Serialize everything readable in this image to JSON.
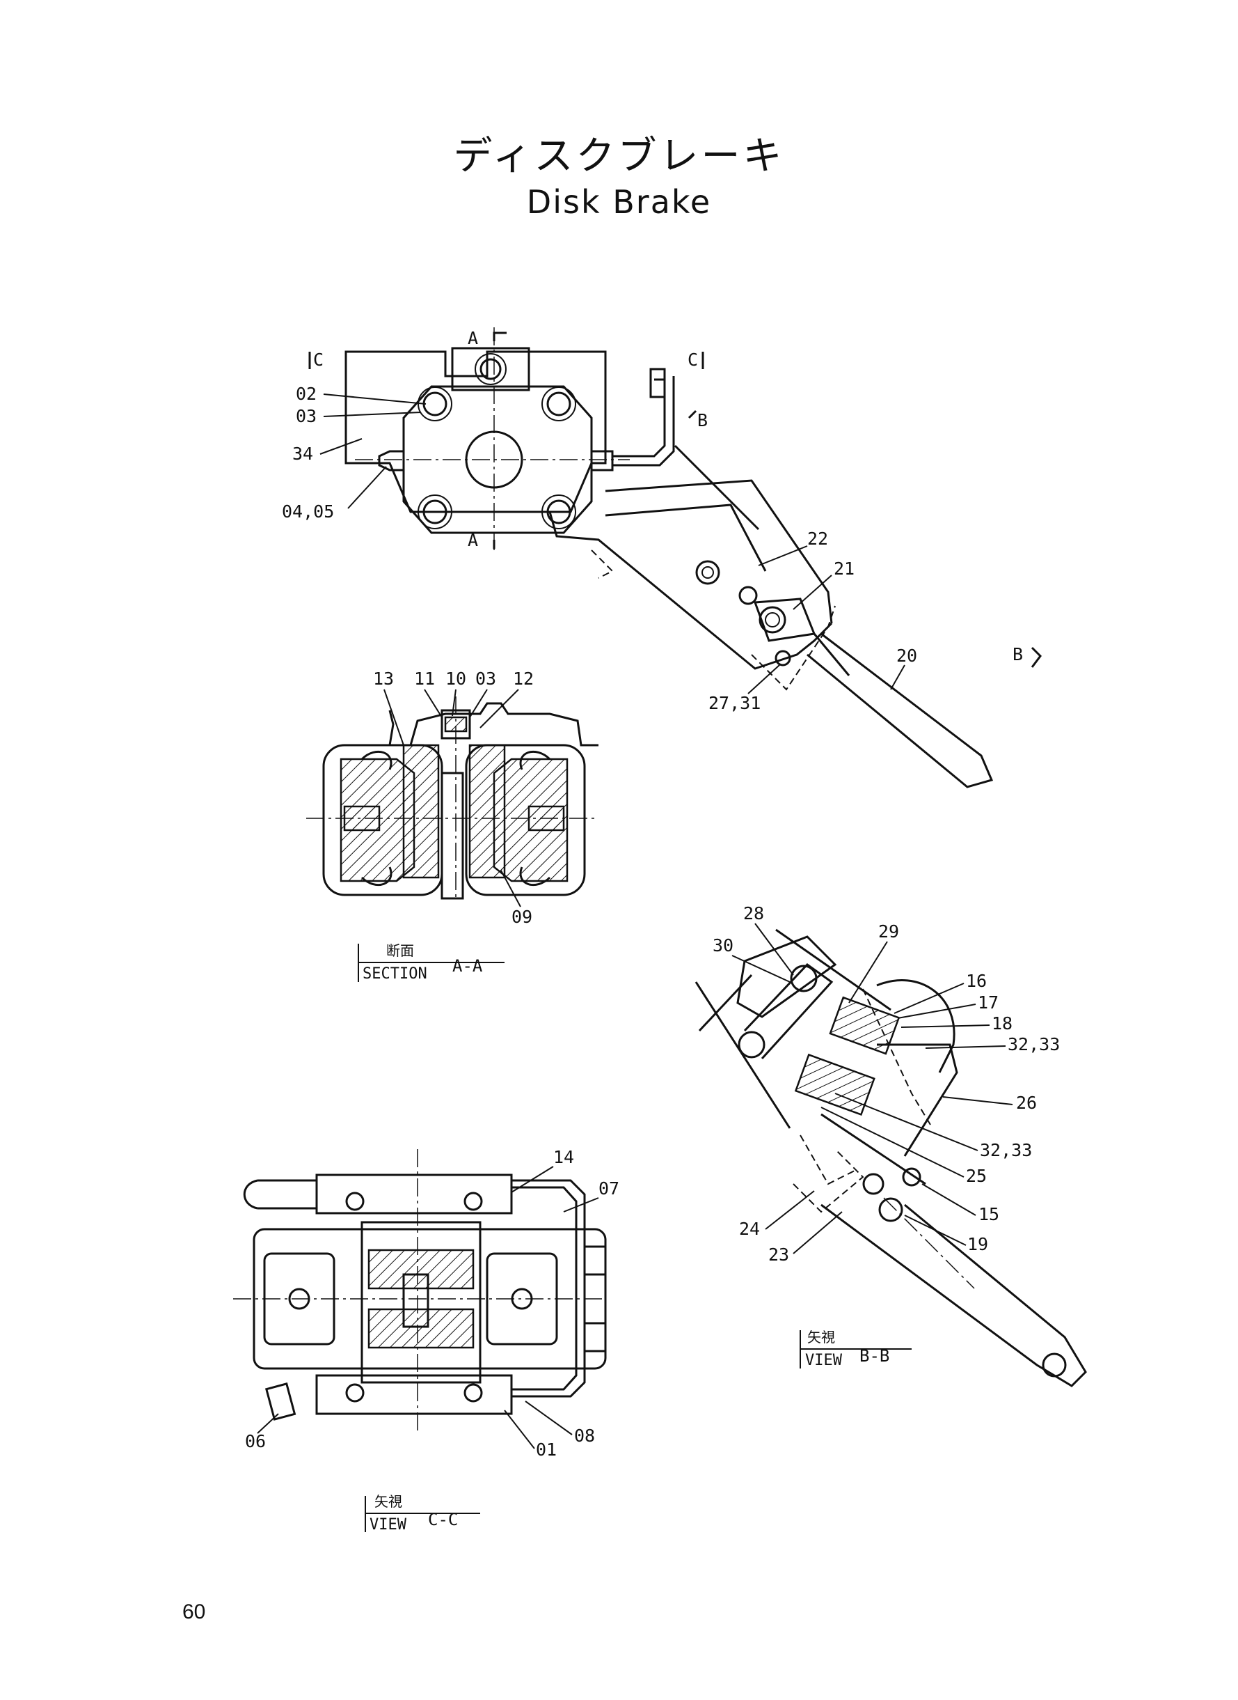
{
  "title_jp": "ディスクブレーキ",
  "title_en": "Disk Brake",
  "page_number": "60",
  "top_view": {
    "section_marks": [
      "A",
      "A",
      "C",
      "C",
      "B",
      "B"
    ],
    "callouts": [
      "02",
      "03",
      "34",
      "04,05",
      "22",
      "21",
      "20",
      "27,31"
    ]
  },
  "section_a": {
    "caption_jp": "断面",
    "caption_en": "SECTION",
    "caption_id": "A-A",
    "callouts": [
      "13",
      "11",
      "10",
      "03",
      "12",
      "09"
    ]
  },
  "view_b": {
    "caption_jp": "矢視",
    "caption_en": "VIEW",
    "caption_id": "B-B",
    "callouts": [
      "28",
      "29",
      "30",
      "16",
      "17",
      "18",
      "32,33",
      "26",
      "32,33",
      "25",
      "15",
      "19",
      "24",
      "23"
    ]
  },
  "view_c": {
    "caption_jp": "矢視",
    "caption_en": "VIEW",
    "caption_id": "C-C",
    "callouts": [
      "14",
      "07",
      "06",
      "08",
      "01"
    ]
  }
}
